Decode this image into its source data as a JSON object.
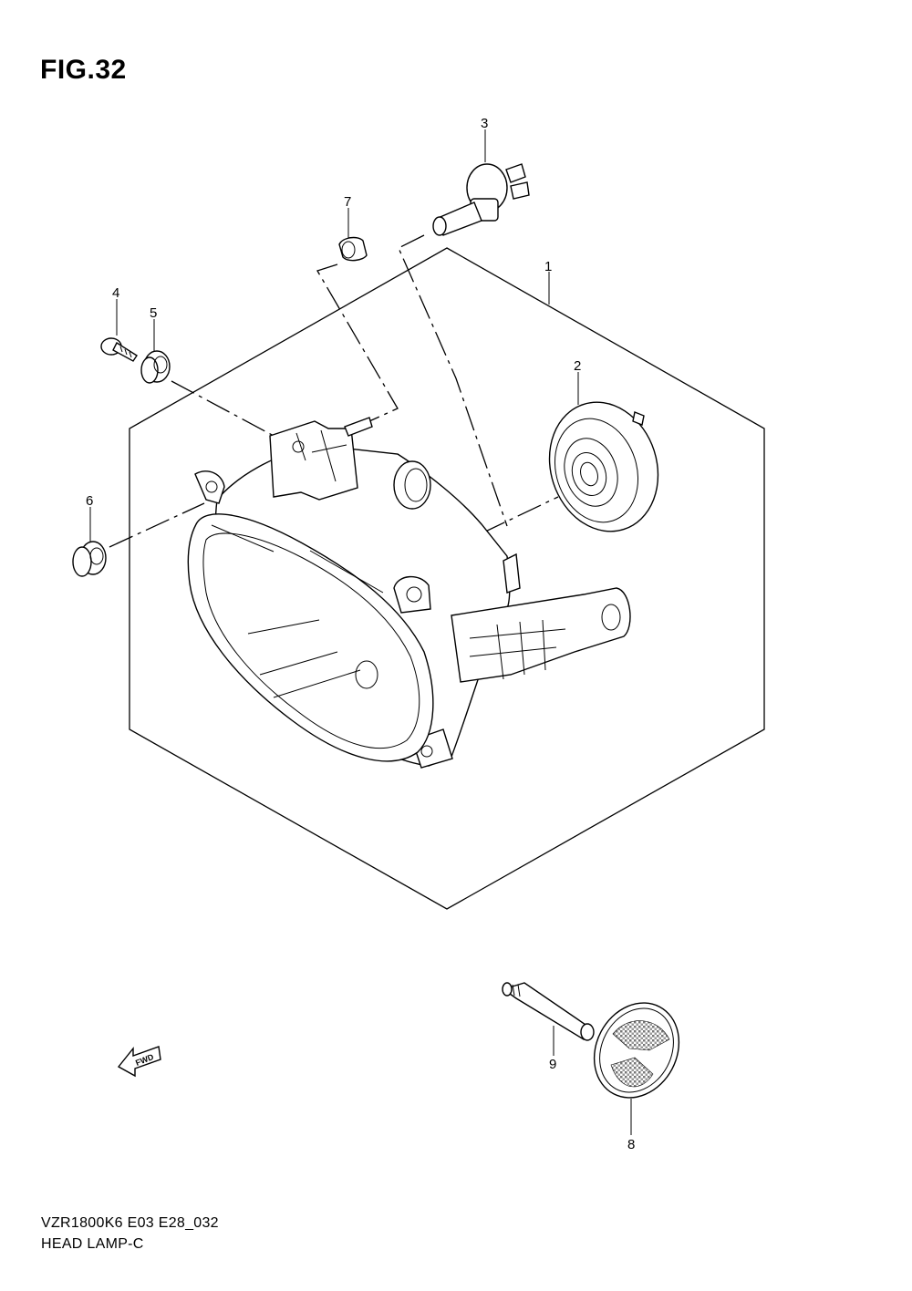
{
  "figure": {
    "title": "FIG.32",
    "model_code": "VZR1800K6 E03 E28_032",
    "section_name": "HEAD LAMP-C"
  },
  "callouts": [
    "1",
    "2",
    "3",
    "4",
    "5",
    "6",
    "7",
    "8",
    "9"
  ],
  "direction_marker": {
    "label": "FWD",
    "icon": "fwd-arrow-icon"
  },
  "colors": {
    "ink": "#000000",
    "paper": "#ffffff",
    "reflector_mesh": "#777777"
  }
}
